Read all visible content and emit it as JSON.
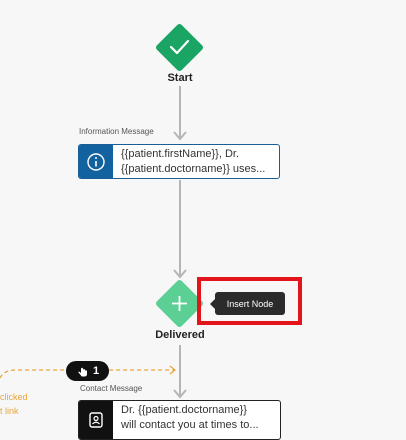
{
  "nodes": {
    "start_label": "Start",
    "info": {
      "caption": "Information Message",
      "line1": "{{patient.firstName}}, Dr.",
      "line2": "{{patient.doctorname}} uses..."
    },
    "delivered_label": "Delivered",
    "tooltip": "Insert Node",
    "click_badge_count": "1",
    "side_text_line1": "clicked",
    "side_text_line2": "t link",
    "contact": {
      "caption": "Contact Message",
      "line1": "Dr. {{patient.doctorname}}",
      "line2": "will contact you at times to..."
    }
  },
  "colors": {
    "start_node": "#1aa565",
    "delivered_node": "#5ccf95",
    "info_accent": "#1262a0",
    "highlight": "#e3151a",
    "branch_line": "#e8a53a",
    "connector": "#b5b5b5"
  }
}
